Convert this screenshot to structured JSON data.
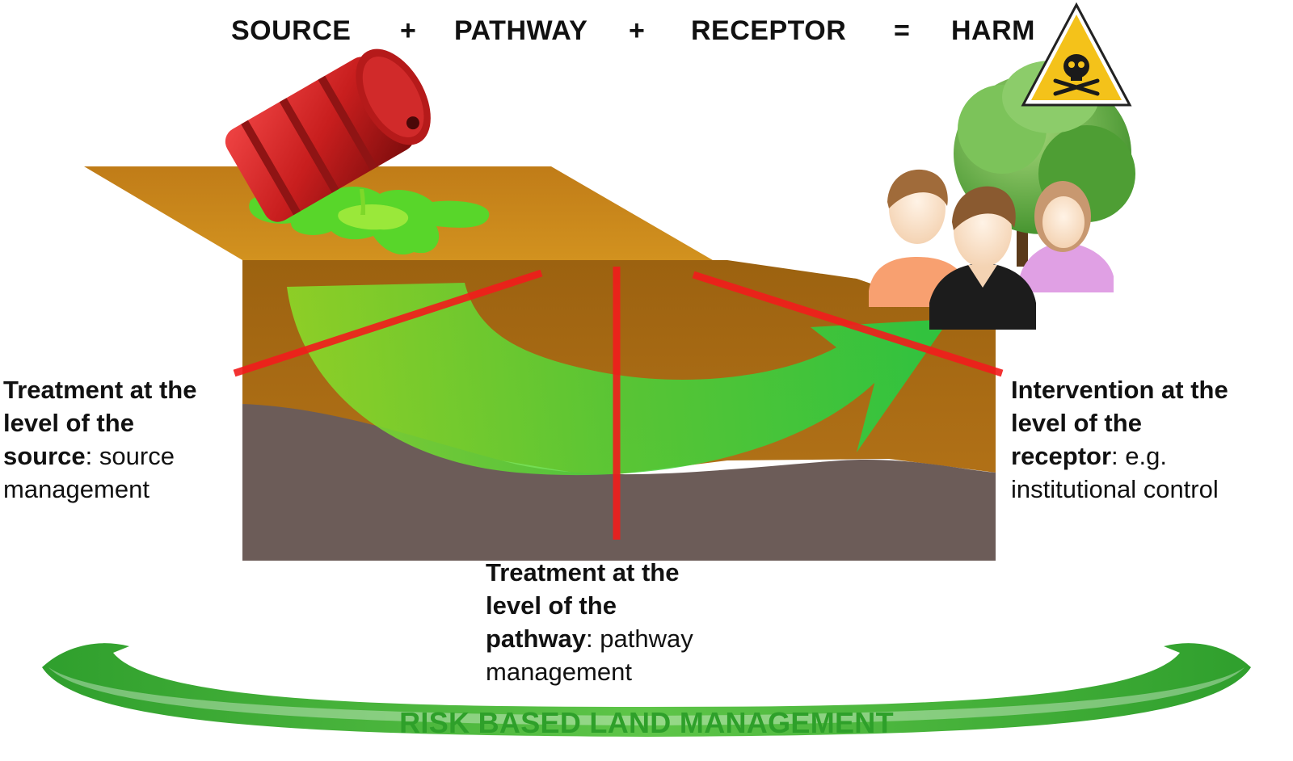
{
  "equation": {
    "source": "SOURCE",
    "plus_1": "+",
    "pathway": "PATHWAY",
    "plus_2": "+",
    "receptor": "RECEPTOR",
    "equals": "=",
    "harm": "HARM"
  },
  "labels": {
    "source": {
      "bold_line_1": "Treatment at the",
      "bold_line_2": "level of the",
      "bold_term": "source",
      "rest_line_3": ": source",
      "line_4": "management"
    },
    "pathway": {
      "bold_line_1": "Treatment at the",
      "bold_line_2": "level of the",
      "bold_term": "pathway",
      "rest_line_3": ": pathway",
      "line_4": "management"
    },
    "receptor": {
      "bold_line_1": "Intervention at the",
      "bold_line_2": "level of the",
      "bold_term": "receptor",
      "rest_line_3": ": e.g.",
      "line_4": "institutional control"
    }
  },
  "footer": {
    "title": "RISK BASED LAND MANAGEMENT"
  },
  "icons": {
    "barrel": "oil-barrel-icon",
    "spill": "chemical-spill-icon",
    "hazard": "toxic-hazard-sign-icon",
    "tree": "tree-icon",
    "people": "people-group-icon"
  },
  "colors": {
    "soil_top": "#c8821e",
    "soil_front": "#a8690f",
    "bedrock": "#6c5c58",
    "pathway_arrow": "#3ecf3e",
    "barrier_lines": "#f21c1c",
    "footer_text": "#2ea02a",
    "barrel": "#c81e1e",
    "hazard_sign": "#f4c21a"
  }
}
